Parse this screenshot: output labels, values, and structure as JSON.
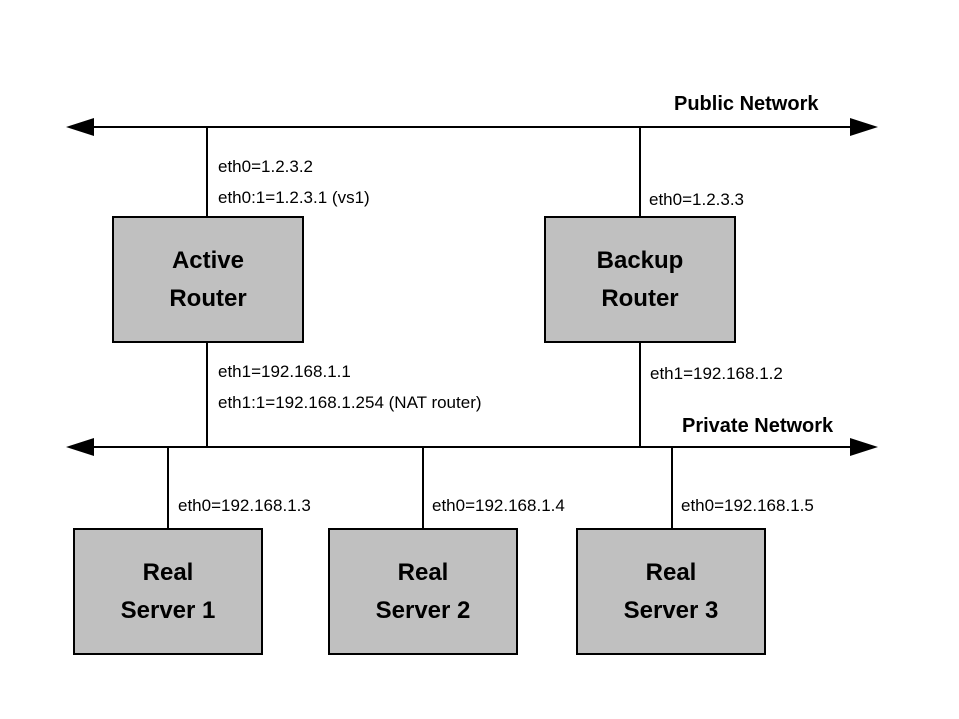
{
  "public_network": {
    "label": "Public Network"
  },
  "private_network": {
    "label": "Private Network"
  },
  "nodes": {
    "active_router": {
      "name": "Active\nRouter",
      "eth0": "eth0=1.2.3.2",
      "eth0_alias": "eth0:1=1.2.3.1 (vs1)",
      "eth1": "eth1=192.168.1.1",
      "eth1_alias": "eth1:1=192.168.1.254 (NAT router)"
    },
    "backup_router": {
      "name": "Backup\nRouter",
      "eth0": "eth0=1.2.3.3",
      "eth1": "eth1=192.168.1.2"
    },
    "real_server_1": {
      "name": "Real\nServer 1",
      "eth0": "eth0=192.168.1.3"
    },
    "real_server_2": {
      "name": "Real\nServer 2",
      "eth0": "eth0=192.168.1.4"
    },
    "real_server_3": {
      "name": "Real\nServer 3",
      "eth0": "eth0=192.168.1.5"
    }
  },
  "colors": {
    "node_fill": "#c0c0c0",
    "node_border": "#000000",
    "line": "#000000",
    "background": "#ffffff"
  }
}
